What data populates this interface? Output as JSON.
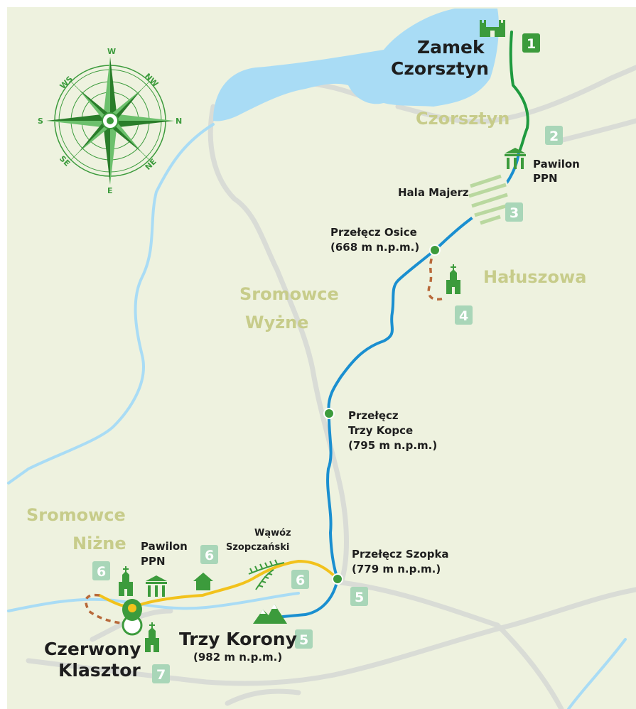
{
  "map": {
    "colors": {
      "land": "#eef2df",
      "water": "#a9dcf5",
      "road": "#d9dcd6",
      "river": "#a9dcf5",
      "green_route": "#1f9a3f",
      "blue_route": "#1a8fd0",
      "yellow_route": "#f2c21c",
      "dashed_route": "#b8693a",
      "badge": "#a9d6b8",
      "icon_green": "#3c9b3c",
      "village_text": "#c7cc8a"
    },
    "compass": {
      "north": "W",
      "right": "N",
      "south": "E",
      "left": "S",
      "nw": "WS",
      "ne": "NW",
      "se": "NE",
      "sw": "SE"
    },
    "places": {
      "zamek_line1": "Zamek",
      "zamek_line2": "Czorsztyn",
      "czorsztyn": "Czorsztyn",
      "pawilon_top_line1": "Pawilon",
      "pawilon_top_line2": "PPN",
      "hala": "Hala Majerz",
      "osice_line1": "Przełęcz Osice",
      "osice_line2": "(668 m n.p.m.)",
      "haluszowa": "Hałuszowa",
      "sromowce_wyzne_line1": "Sromowce",
      "sromowce_wyzne_line2": "Wyżne",
      "trzy_kopce_line1": "Przełęcz",
      "trzy_kopce_line2": "Trzy Kopce",
      "trzy_kopce_line3": "(795 m n.p.m.)",
      "sromowce_nizne_line1": "Sromowce",
      "sromowce_nizne_line2": "Niżne",
      "pawilon_bottom_line1": "Pawilon",
      "pawilon_bottom_line2": "PPN",
      "wawoz_line1": "Wąwóz",
      "wawoz_line2": "Szopczański",
      "szopka_line1": "Przełęcz Szopka",
      "szopka_line2": "(779 m n.p.m.)",
      "trzy_korony_line1": "Trzy Korony",
      "trzy_korony_line2": "(982 m n.p.m.)",
      "klasztor_line1": "Czerwony",
      "klasztor_line2": "Klasztor"
    },
    "badges": [
      "1",
      "2",
      "3",
      "4",
      "5",
      "5",
      "6",
      "6",
      "6",
      "7"
    ],
    "icons": [
      "castle-icon",
      "pavilion-icon",
      "church-icon",
      "mountain-icon",
      "house-icon",
      "location-pin-icon",
      "compass-rose-icon"
    ]
  }
}
